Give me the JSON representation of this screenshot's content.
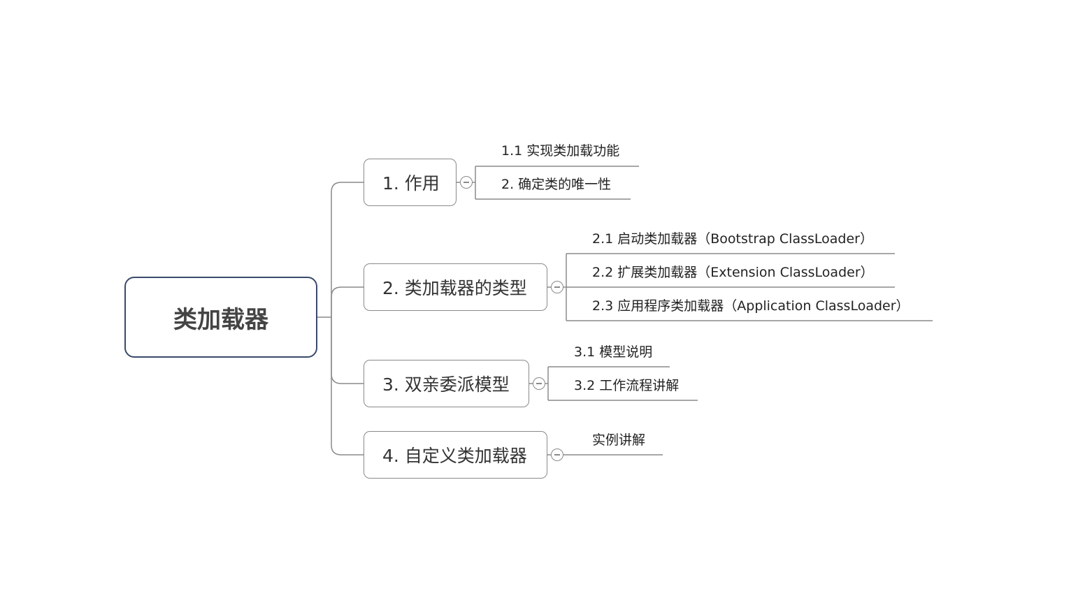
{
  "root": {
    "label": "类加载器"
  },
  "branches": [
    {
      "label": "1. 作用",
      "children": [
        "1.1  实现类加载功能",
        "2. 确定类的唯一性"
      ]
    },
    {
      "label": "2. 类加载器的类型",
      "children": [
        "2.1  启动类加载器（Bootstrap ClassLoader）",
        "2.2  扩展类加载器（Extension ClassLoader）",
        "2.3  应用程序类加载器（Application ClassLoader）"
      ]
    },
    {
      "label": "3. 双亲委派模型",
      "children": [
        "3.1  模型说明",
        "3.2  工作流程讲解"
      ]
    },
    {
      "label": "4. 自定义类加载器",
      "children": [
        "实例讲解"
      ]
    }
  ],
  "colors": {
    "root_border": "#3b4a6b",
    "line": "#8a8a8a",
    "text": "#333333"
  },
  "icons": {
    "collapse": "collapse-minus-icon"
  }
}
